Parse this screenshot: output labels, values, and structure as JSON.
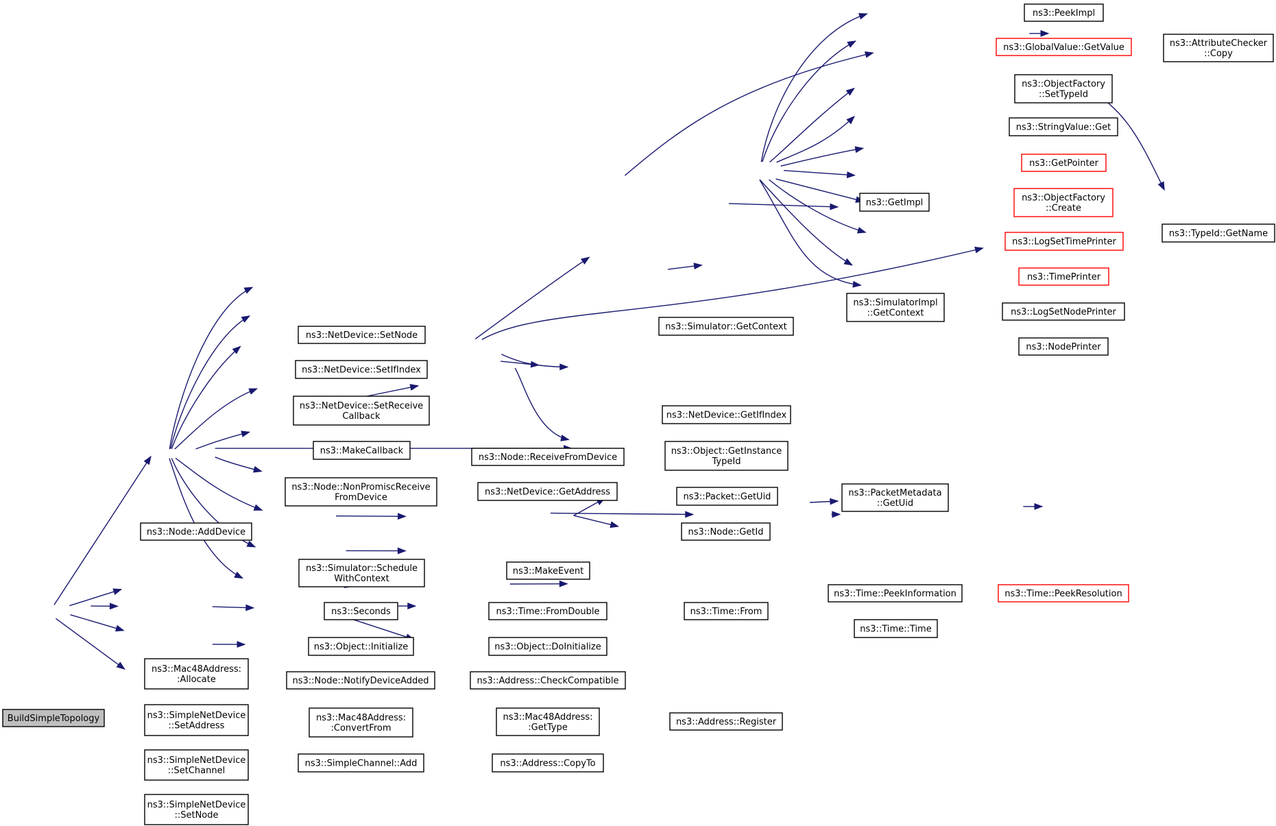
{
  "colors": {
    "edge": "#191970",
    "node_border": "#000000",
    "truncated_border": "#ff0000",
    "root_fill": "#bfbfbf",
    "node_fill": "#ffffff"
  },
  "nodes": [
    {
      "id": "n0",
      "lines": [
        "BuildSimpleTopology"
      ],
      "style": "root"
    },
    {
      "id": "n1",
      "lines": [
        "ns3::Node::AddDevice"
      ],
      "style": "normal"
    },
    {
      "id": "n2",
      "lines": [
        "ns3::Mac48Address:",
        ":Allocate"
      ],
      "style": "normal"
    },
    {
      "id": "n3",
      "lines": [
        "ns3::SimpleNetDevice",
        "::SetAddress"
      ],
      "style": "normal"
    },
    {
      "id": "n4",
      "lines": [
        "ns3::SimpleNetDevice",
        "::SetChannel"
      ],
      "style": "normal"
    },
    {
      "id": "n5",
      "lines": [
        "ns3::SimpleNetDevice",
        "::SetNode"
      ],
      "style": "normal"
    },
    {
      "id": "n6",
      "lines": [
        "ns3::NetDevice::SetNode"
      ],
      "style": "normal"
    },
    {
      "id": "n7",
      "lines": [
        "ns3::NetDevice::SetIfIndex"
      ],
      "style": "normal"
    },
    {
      "id": "n8",
      "lines": [
        "ns3::NetDevice::SetReceive",
        "Callback"
      ],
      "style": "normal"
    },
    {
      "id": "n9",
      "lines": [
        "ns3::MakeCallback"
      ],
      "style": "normal"
    },
    {
      "id": "n10",
      "lines": [
        "ns3::Node::NonPromiscReceive",
        "FromDevice"
      ],
      "style": "normal"
    },
    {
      "id": "n11",
      "lines": [
        "ns3::Simulator::Schedule",
        "WithContext"
      ],
      "style": "normal"
    },
    {
      "id": "n12",
      "lines": [
        "ns3::Seconds"
      ],
      "style": "normal"
    },
    {
      "id": "n13",
      "lines": [
        "ns3::Object::Initialize"
      ],
      "style": "normal"
    },
    {
      "id": "n14",
      "lines": [
        "ns3::Node::NotifyDeviceAdded"
      ],
      "style": "normal"
    },
    {
      "id": "n15",
      "lines": [
        "ns3::Mac48Address:",
        ":ConvertFrom"
      ],
      "style": "normal"
    },
    {
      "id": "n16",
      "lines": [
        "ns3::SimpleChannel::Add"
      ],
      "style": "normal"
    },
    {
      "id": "n17",
      "lines": [
        "ns3::Node::ReceiveFromDevice"
      ],
      "style": "normal"
    },
    {
      "id": "n18",
      "lines": [
        "ns3::NetDevice::GetAddress"
      ],
      "style": "normal"
    },
    {
      "id": "n19",
      "lines": [
        "ns3::Node::GetId"
      ],
      "style": "normal"
    },
    {
      "id": "n20",
      "lines": [
        "ns3::MakeEvent"
      ],
      "style": "normal"
    },
    {
      "id": "n21",
      "lines": [
        "ns3::Time::FromDouble"
      ],
      "style": "normal"
    },
    {
      "id": "n22",
      "lines": [
        "ns3::Object::DoInitialize"
      ],
      "style": "normal"
    },
    {
      "id": "n23",
      "lines": [
        "ns3::Address::CheckCompatible"
      ],
      "style": "normal"
    },
    {
      "id": "n24",
      "lines": [
        "ns3::Mac48Address:",
        ":GetType"
      ],
      "style": "normal"
    },
    {
      "id": "n25",
      "lines": [
        "ns3::Address::CopyTo"
      ],
      "style": "normal"
    },
    {
      "id": "n26",
      "lines": [
        "ns3::Simulator::GetContext"
      ],
      "style": "normal"
    },
    {
      "id": "n27",
      "lines": [
        "ns3::NetDevice::GetIfIndex"
      ],
      "style": "normal"
    },
    {
      "id": "n28",
      "lines": [
        "ns3::Object::GetInstance",
        "TypeId"
      ],
      "style": "normal"
    },
    {
      "id": "n29",
      "lines": [
        "ns3::Packet::GetUid"
      ],
      "style": "normal"
    },
    {
      "id": "n30",
      "lines": [
        "ns3::TypeId::GetName"
      ],
      "style": "normal"
    },
    {
      "id": "n31",
      "lines": [
        "ns3::Time::From"
      ],
      "style": "normal"
    },
    {
      "id": "n32",
      "lines": [
        "ns3::Address::Register"
      ],
      "style": "normal"
    },
    {
      "id": "n33",
      "lines": [
        "ns3::GetImpl"
      ],
      "style": "normal"
    },
    {
      "id": "n34",
      "lines": [
        "ns3::SimulatorImpl",
        "::GetContext"
      ],
      "style": "normal"
    },
    {
      "id": "n35",
      "lines": [
        "ns3::PacketMetadata",
        "::GetUid"
      ],
      "style": "normal"
    },
    {
      "id": "n36",
      "lines": [
        "ns3::Time::PeekInformation"
      ],
      "style": "normal"
    },
    {
      "id": "n37",
      "lines": [
        "ns3::Time::Time"
      ],
      "style": "normal"
    },
    {
      "id": "n38",
      "lines": [
        "ns3::PeekImpl"
      ],
      "style": "normal"
    },
    {
      "id": "n39",
      "lines": [
        "ns3::GlobalValue::GetValue"
      ],
      "style": "truncated"
    },
    {
      "id": "n40",
      "lines": [
        "ns3::ObjectFactory",
        "::SetTypeId"
      ],
      "style": "normal"
    },
    {
      "id": "n41",
      "lines": [
        "ns3::StringValue::Get"
      ],
      "style": "normal"
    },
    {
      "id": "n42",
      "lines": [
        "ns3::GetPointer"
      ],
      "style": "truncated"
    },
    {
      "id": "n43",
      "lines": [
        "ns3::ObjectFactory",
        "::Create"
      ],
      "style": "truncated"
    },
    {
      "id": "n44",
      "lines": [
        "ns3::LogSetTimePrinter"
      ],
      "style": "truncated"
    },
    {
      "id": "n45",
      "lines": [
        "ns3::TimePrinter"
      ],
      "style": "truncated"
    },
    {
      "id": "n46",
      "lines": [
        "ns3::LogSetNodePrinter"
      ],
      "style": "normal"
    },
    {
      "id": "n47",
      "lines": [
        "ns3::NodePrinter"
      ],
      "style": "normal"
    },
    {
      "id": "n48",
      "lines": [
        "ns3::Time::PeekResolution"
      ],
      "style": "truncated"
    },
    {
      "id": "n49",
      "lines": [
        "ns3::AttributeChecker",
        "::Copy"
      ],
      "style": "normal"
    }
  ],
  "edges": [
    {
      "from": "n0",
      "to": "n1"
    },
    {
      "from": "n0",
      "to": "n2"
    },
    {
      "from": "n0",
      "to": "n3"
    },
    {
      "from": "n0",
      "to": "n4"
    },
    {
      "from": "n0",
      "to": "n5"
    },
    {
      "from": "n1",
      "to": "n6"
    },
    {
      "from": "n1",
      "to": "n7"
    },
    {
      "from": "n1",
      "to": "n8"
    },
    {
      "from": "n1",
      "to": "n9"
    },
    {
      "from": "n1",
      "to": "n10"
    },
    {
      "from": "n1",
      "to": "n19"
    },
    {
      "from": "n1",
      "to": "n11"
    },
    {
      "from": "n1",
      "to": "n12"
    },
    {
      "from": "n1",
      "to": "n13"
    },
    {
      "from": "n1",
      "to": "n14"
    },
    {
      "from": "n3",
      "to": "n15"
    },
    {
      "from": "n4",
      "to": "n16"
    },
    {
      "from": "n10",
      "to": "n17"
    },
    {
      "from": "n10",
      "to": "n18"
    },
    {
      "from": "n11",
      "to": "n20"
    },
    {
      "from": "n12",
      "to": "n21"
    },
    {
      "from": "n13",
      "to": "n22"
    },
    {
      "from": "n15",
      "to": "n23"
    },
    {
      "from": "n15",
      "to": "n24"
    },
    {
      "from": "n15",
      "to": "n25"
    },
    {
      "from": "n17",
      "to": "n26"
    },
    {
      "from": "n17",
      "to": "n27"
    },
    {
      "from": "n17",
      "to": "n28"
    },
    {
      "from": "n17",
      "to": "n29"
    },
    {
      "from": "n17",
      "to": "n19"
    },
    {
      "from": "n17",
      "to": "n30"
    },
    {
      "from": "n21",
      "to": "n31"
    },
    {
      "from": "n24",
      "to": "n32"
    },
    {
      "from": "n26",
      "to": "n33"
    },
    {
      "from": "n26",
      "to": "n34"
    },
    {
      "from": "n29",
      "to": "n35"
    },
    {
      "from": "n31",
      "to": "n36"
    },
    {
      "from": "n31",
      "to": "n37"
    },
    {
      "from": "n33",
      "to": "n38"
    },
    {
      "from": "n33",
      "to": "n39"
    },
    {
      "from": "n33",
      "to": "n40"
    },
    {
      "from": "n33",
      "to": "n41"
    },
    {
      "from": "n33",
      "to": "n42"
    },
    {
      "from": "n33",
      "to": "n43"
    },
    {
      "from": "n33",
      "to": "n44"
    },
    {
      "from": "n33",
      "to": "n45"
    },
    {
      "from": "n33",
      "to": "n46"
    },
    {
      "from": "n33",
      "to": "n47"
    },
    {
      "from": "n36",
      "to": "n48"
    },
    {
      "from": "n39",
      "to": "n49"
    },
    {
      "from": "n40",
      "to": "n30"
    },
    {
      "from": "n47",
      "to": "n26"
    }
  ]
}
